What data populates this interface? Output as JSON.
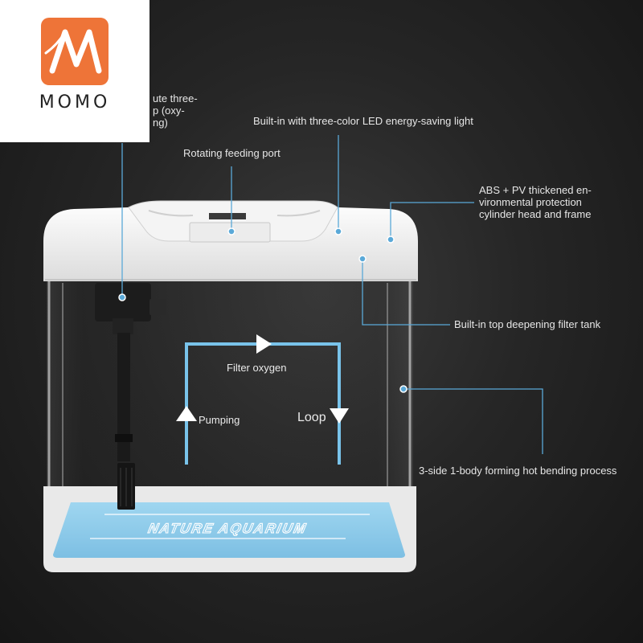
{
  "brand": {
    "name": "MOMO",
    "accent": "#ee7438"
  },
  "labels": {
    "pump": "ute three-\np (oxy-\nng)",
    "led": "Built-in with three-color LED energy-saving light",
    "feeding": "Rotating feeding port",
    "abs": "ABS + PV thickened en-\nvironmental protection\ncylinder head and frame",
    "filter_tank": "Built-in top deepening filter tank",
    "bending": "3-side 1-body forming hot bending process"
  },
  "flow": {
    "filter_oxygen": "Filter oxygen",
    "pumping": "Pumping",
    "loop": "Loop"
  },
  "base_text": "NATURE AQUARIUM",
  "colors": {
    "callout": "#5aa9d8",
    "flow": "#79c3ea",
    "base": "#8ecbea"
  }
}
